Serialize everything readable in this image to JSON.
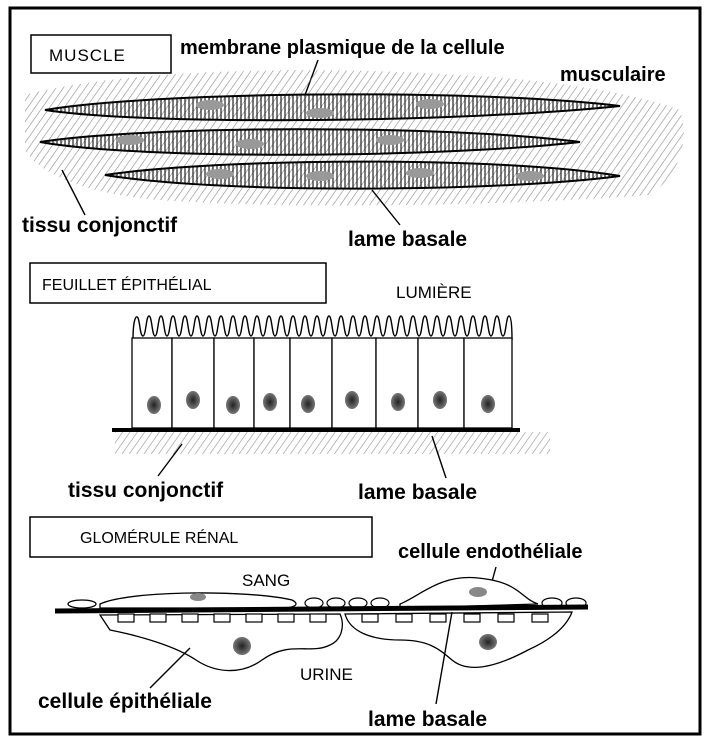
{
  "muscle": {
    "title": "MUSCLE",
    "membrane_label_1": "membrane plasmique de la cellule",
    "membrane_label_2": "musculaire",
    "connective_label": "tissu conjonctif",
    "basal_label": "lame basale"
  },
  "epithelium": {
    "title": "FEUILLET ÉPITHÉLIAL",
    "lumen_label": "LUMIÈRE",
    "connective_label": "tissu conjonctif",
    "basal_label": "lame basale"
  },
  "glomerulus": {
    "title": "GLOMÉRULE RÉNAL",
    "blood_label": "SANG",
    "endothelial_label": "cellule endothéliale",
    "urine_label": "URINE",
    "epithelial_label": "cellule épithéliale",
    "basal_label": "lame basale"
  }
}
